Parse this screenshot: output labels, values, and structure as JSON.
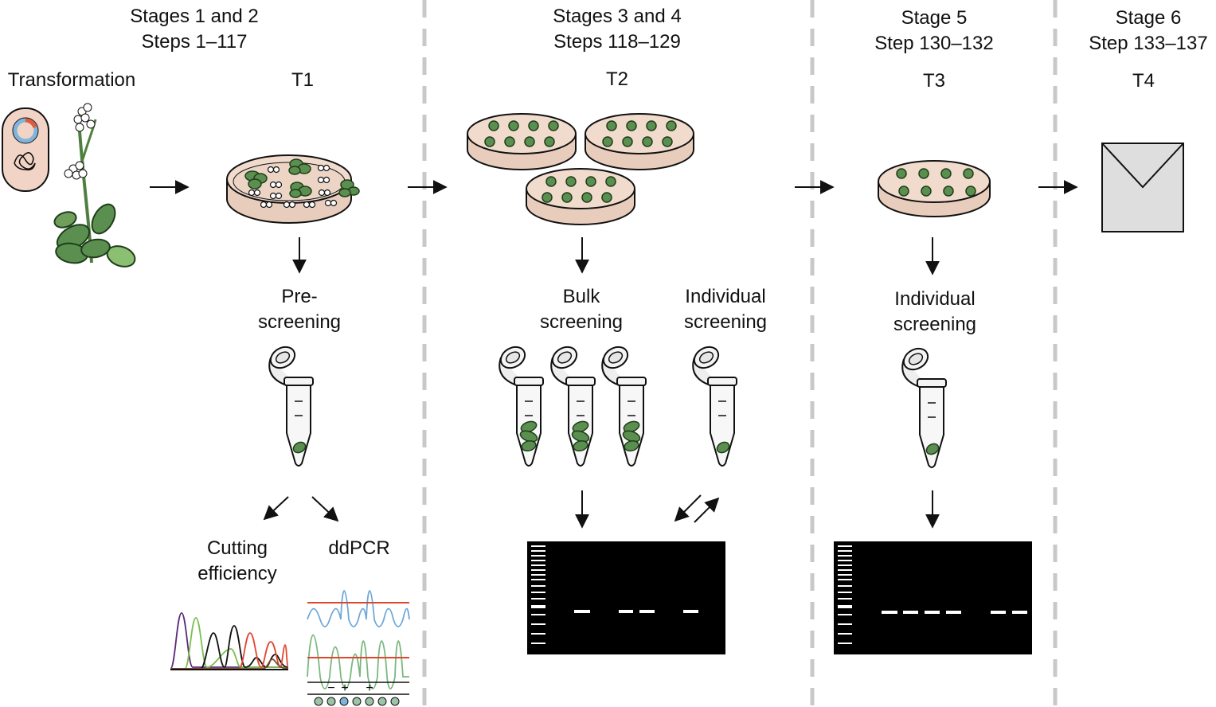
{
  "stages": [
    {
      "title": "Stages 1 and 2",
      "steps": "Steps 1–117"
    },
    {
      "title": "Stages 3 and 4",
      "steps": "Steps 118–129"
    },
    {
      "title": "Stage 5",
      "steps": "Step 130–132"
    },
    {
      "title": "Stage 6",
      "steps": "Step 133–137"
    }
  ],
  "generations": {
    "transformation": "Transformation",
    "t1": "T1",
    "t2": "T2",
    "t3": "T3",
    "t4": "T4"
  },
  "screening": {
    "pre_line1": "Pre-",
    "pre_line2": "screening",
    "bulk_line1": "Bulk",
    "bulk_line2": "screening",
    "indiv_line1": "Individual",
    "indiv_line2": "screening",
    "indiv_t3_line1": "Individual",
    "indiv_t3_line2": "screening"
  },
  "methods": {
    "cutting_line1": "Cutting",
    "cutting_line2": "efficiency",
    "ddpcr": "ddPCR",
    "ddpcr_signs": [
      "−",
      "+",
      "+"
    ]
  },
  "colors": {
    "agar": "#ecd5c8",
    "leaf": "#5b8f4f",
    "leaf_dark": "#2f5b2a",
    "divider": "#c8c8c8",
    "gel": "#000000",
    "envelope": "#dedede",
    "threshold": "#e0452f",
    "trace_blue": "#6fa8d8",
    "trace_green": "#7ab87f"
  }
}
